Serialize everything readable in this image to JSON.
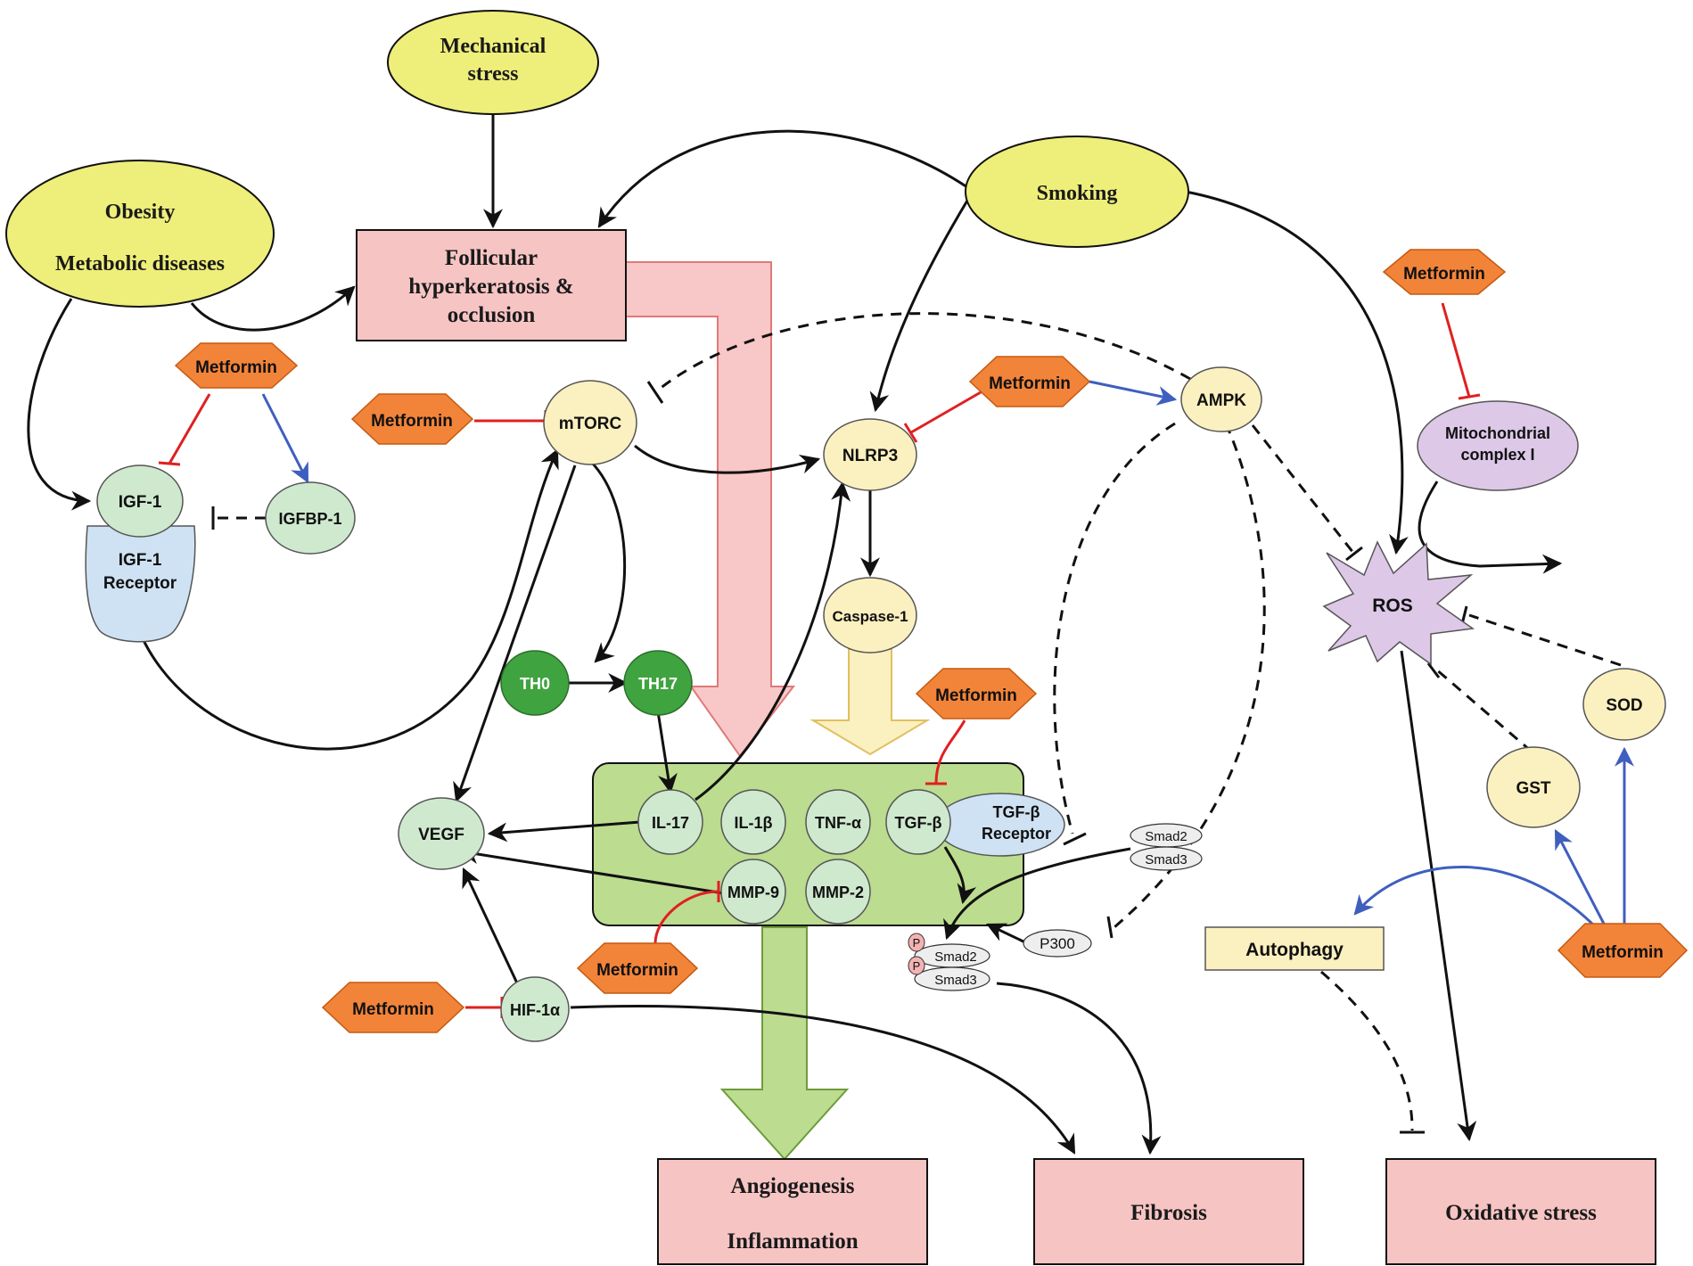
{
  "colors": {
    "yellow": "#eeee7a",
    "pink_box": "#f7c4c4",
    "pink_arrow": "#f8c7c7",
    "light_green": "#cfe9cf",
    "dark_green": "#3fa340",
    "green_box": "#bcdc8f",
    "light_yellow": "#fbf0bf",
    "purple": "#ddc8e8",
    "orange": "#f2843a",
    "blue_receptor": "#cfe2f3",
    "grey_smad": "#eeeeee",
    "inhibit_red": "#e02020",
    "promote_blue": "#3f5fbf"
  },
  "risk_factors": {
    "mechanical_stress": [
      "Mechanical",
      "stress"
    ],
    "obesity": [
      "Obesity",
      "Metabolic diseases"
    ],
    "smoking": "Smoking"
  },
  "follicular": [
    "Follicular",
    "hyperkeratosis &",
    "occlusion"
  ],
  "metformin_label": "Metformin",
  "nodes": {
    "mtorc": "mTORC",
    "nlrp3": "NLRP3",
    "ampk": "AMPK",
    "mito": [
      "Mitochondrial",
      "complex I"
    ],
    "igf1": "IGF-1",
    "igf1_receptor": [
      "IGF-1",
      "Receptor"
    ],
    "igfbp1": "IGFBP-1",
    "caspase1": "Caspase-1",
    "th0": "TH0",
    "th17": "TH17",
    "vegf": "VEGF",
    "hif1a": "HIF-1α",
    "ros": "ROS",
    "sod": "SOD",
    "gst": "GST",
    "autophagy": "Autophagy",
    "p300": "P300",
    "smad2": "Smad2",
    "smad3": "Smad3",
    "p": "P"
  },
  "cytokines": {
    "il17": "IL-17",
    "il1b": "IL-1β",
    "tnfa": "TNF-α",
    "tgfb": "TGF-β",
    "mmp9": "MMP-9",
    "mmp2": "MMP-2",
    "tgfb_receptor": [
      "TGF-β",
      "Receptor"
    ]
  },
  "outcomes": {
    "angio": [
      "Angiogenesis",
      "Inflammation"
    ],
    "fibrosis": "Fibrosis",
    "oxidative": "Oxidative stress"
  }
}
